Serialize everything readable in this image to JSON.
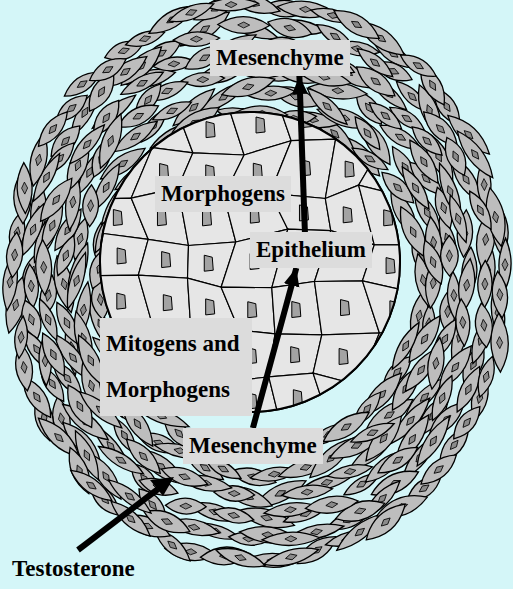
{
  "diagram": {
    "nodes": [
      {
        "text": [
          "Mesenchyme"
        ]
      },
      {
        "text": [
          "Epithelium"
        ]
      },
      {
        "text": [
          "Mesenchyme"
        ]
      }
    ],
    "edges": [
      {
        "from": 1,
        "to": 0,
        "label": "Morphogens",
        "arrow": "to"
      },
      {
        "from": 2,
        "to": 1,
        "label": "Mitogens and Morphogens",
        "arrow": "to"
      }
    ],
    "labels": [
      "Testosterone"
    ]
  }
}
